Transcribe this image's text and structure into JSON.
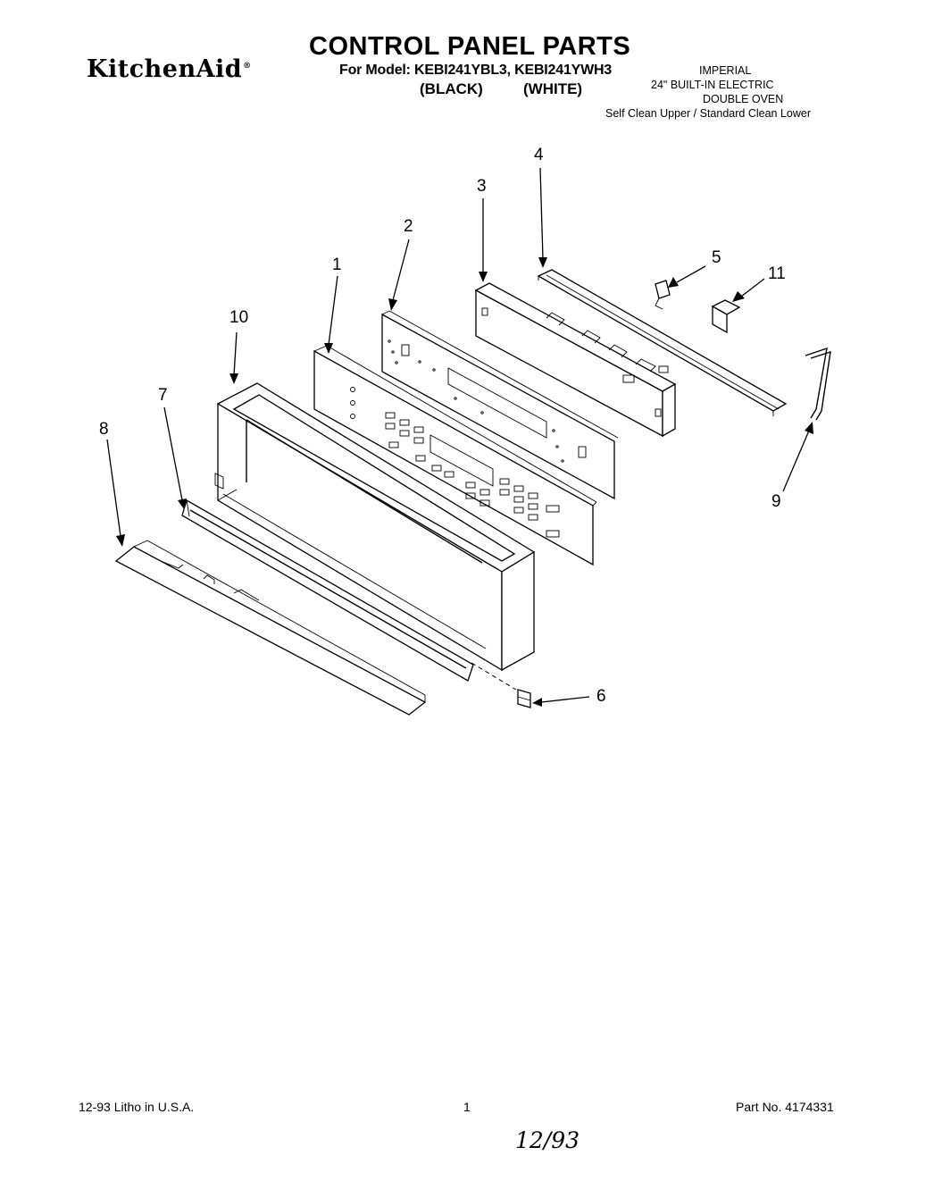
{
  "header": {
    "brand": "KitchenAid",
    "brand_mark": "®",
    "title": "CONTROL PANEL PARTS",
    "model_line": "For Model: KEBI241YBL3, KEBI241YWH3",
    "color_black": "(BLACK)",
    "color_white": "(WHITE)",
    "info": [
      "IMPERIAL",
      "24\" BUILT-IN ELECTRIC",
      "DOUBLE OVEN",
      "Self Clean Upper / Standard Clean Lower"
    ]
  },
  "callouts": [
    "1",
    "2",
    "3",
    "4",
    "5",
    "6",
    "7",
    "8",
    "9",
    "10",
    "11"
  ],
  "footer": {
    "left": "12-93 Litho in U.S.A.",
    "page": "1",
    "part_no": "Part No. 4174331",
    "handwritten": "12/93"
  }
}
